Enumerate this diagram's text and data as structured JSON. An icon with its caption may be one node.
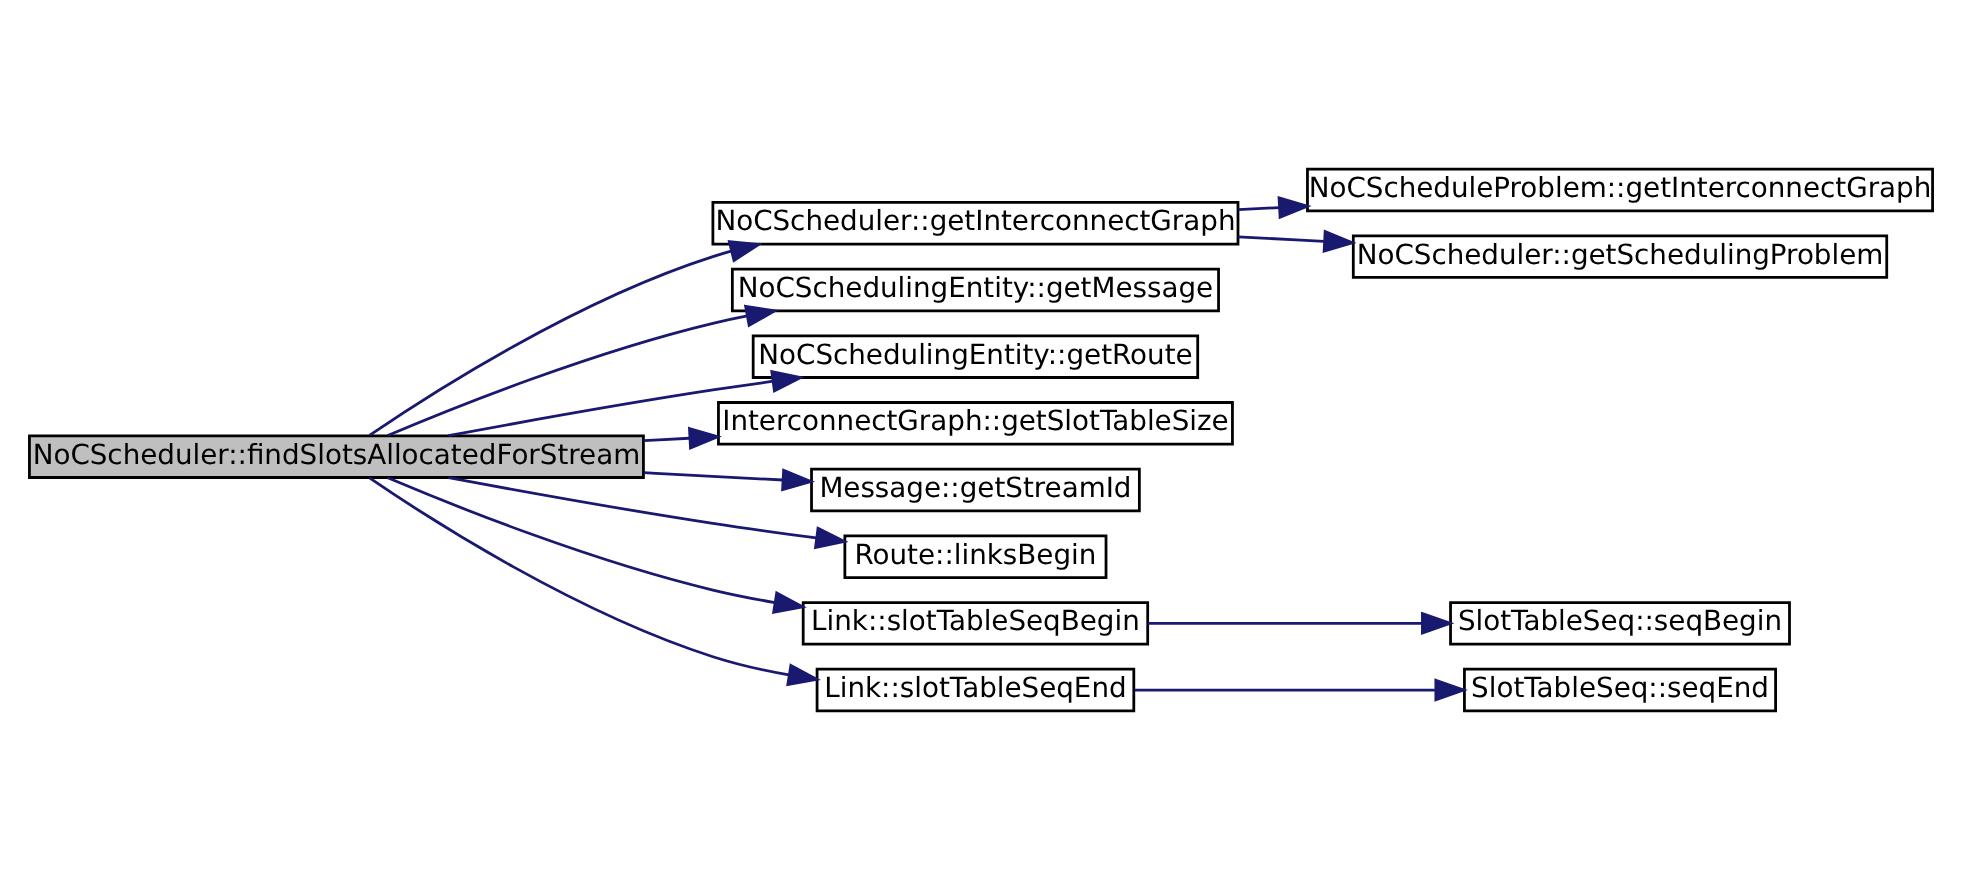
{
  "diagram": {
    "nodes": [
      {
        "text": [
          "NoCScheduler::findSlotsAllocatedForStream"
        ]
      },
      {
        "text": [
          "NoCScheduler::getInterconnectGraph"
        ]
      },
      {
        "text": [
          "NoCScheduleProblem::getInterconnectGraph"
        ]
      },
      {
        "text": [
          "NoCScheduler::getSchedulingProblem"
        ]
      },
      {
        "text": [
          "NoCSchedulingEntity::getMessage"
        ]
      },
      {
        "text": [
          "NoCSchedulingEntity::getRoute"
        ]
      },
      {
        "text": [
          "InterconnectGraph::getSlotTableSize"
        ]
      },
      {
        "text": [
          "Message::getStreamId"
        ]
      },
      {
        "text": [
          "Route::linksBegin"
        ]
      },
      {
        "text": [
          "Link::slotTableSeqBegin"
        ]
      },
      {
        "text": [
          "SlotTableSeq::seqBegin"
        ]
      },
      {
        "text": [
          "Link::slotTableSeqEnd"
        ]
      },
      {
        "text": [
          "SlotTableSeq::seqEnd"
        ]
      }
    ],
    "edges": [
      {
        "from": 0,
        "to": 1,
        "arrow": "to"
      },
      {
        "from": 1,
        "to": 2,
        "arrow": "to"
      },
      {
        "from": 1,
        "to": 3,
        "arrow": "to"
      },
      {
        "from": 0,
        "to": 4,
        "arrow": "to"
      },
      {
        "from": 0,
        "to": 5,
        "arrow": "to"
      },
      {
        "from": 0,
        "to": 6,
        "arrow": "to"
      },
      {
        "from": 0,
        "to": 7,
        "arrow": "to"
      },
      {
        "from": 0,
        "to": 8,
        "arrow": "to"
      },
      {
        "from": 0,
        "to": 9,
        "arrow": "to"
      },
      {
        "from": 9,
        "to": 10,
        "arrow": "to"
      },
      {
        "from": 0,
        "to": 11,
        "arrow": "to"
      },
      {
        "from": 11,
        "to": 12,
        "arrow": "to"
      }
    ]
  }
}
